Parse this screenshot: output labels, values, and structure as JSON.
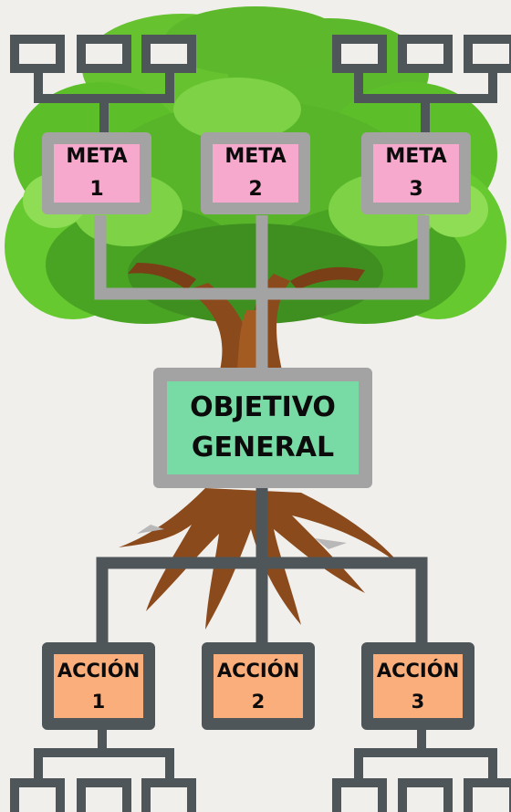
{
  "goal": {
    "line1": "OBJETIVO",
    "line2": "GENERAL",
    "color": "#78dba6"
  },
  "metas": [
    {
      "label": "META",
      "number": "1"
    },
    {
      "label": "META",
      "number": "2"
    },
    {
      "label": "META",
      "number": "3"
    }
  ],
  "actions": [
    {
      "label": "ACCIÓN",
      "number": "1"
    },
    {
      "label": "ACCIÓN",
      "number": "2"
    },
    {
      "label": "ACCIÓN",
      "number": "3"
    }
  ],
  "colors": {
    "background": "#f1efec",
    "meta_fill": "#f7a9cd",
    "action_fill": "#f9ae7c",
    "upper_frame": "#a3a3a3",
    "lower_frame": "#4f5659",
    "foliage": "#5cbf2a",
    "trunk": "#8a4a1c"
  }
}
